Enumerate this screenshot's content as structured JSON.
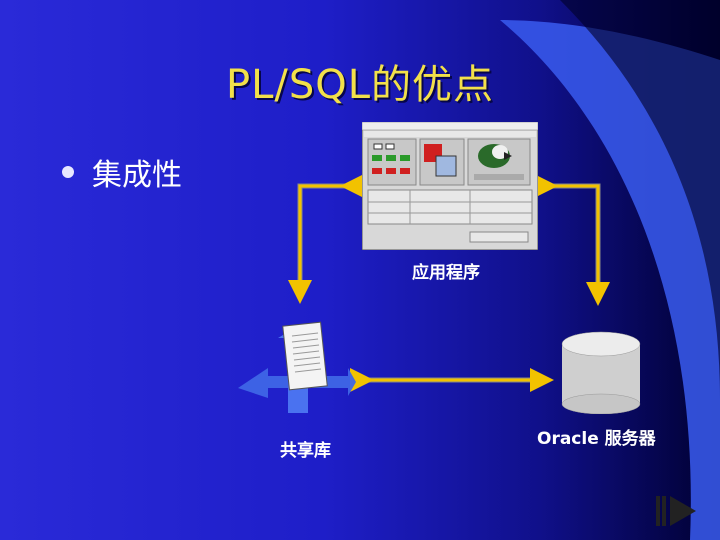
{
  "slide": {
    "title": "PL/SQL的优点",
    "bullet": "集成性"
  },
  "diagram": {
    "application_label": "应用程序",
    "library_label": "共享库",
    "server_label": "Oracle 服务器"
  },
  "colors": {
    "title": "#f2e04a",
    "arrow": "#f2c200",
    "background": "#1e1ec8"
  }
}
